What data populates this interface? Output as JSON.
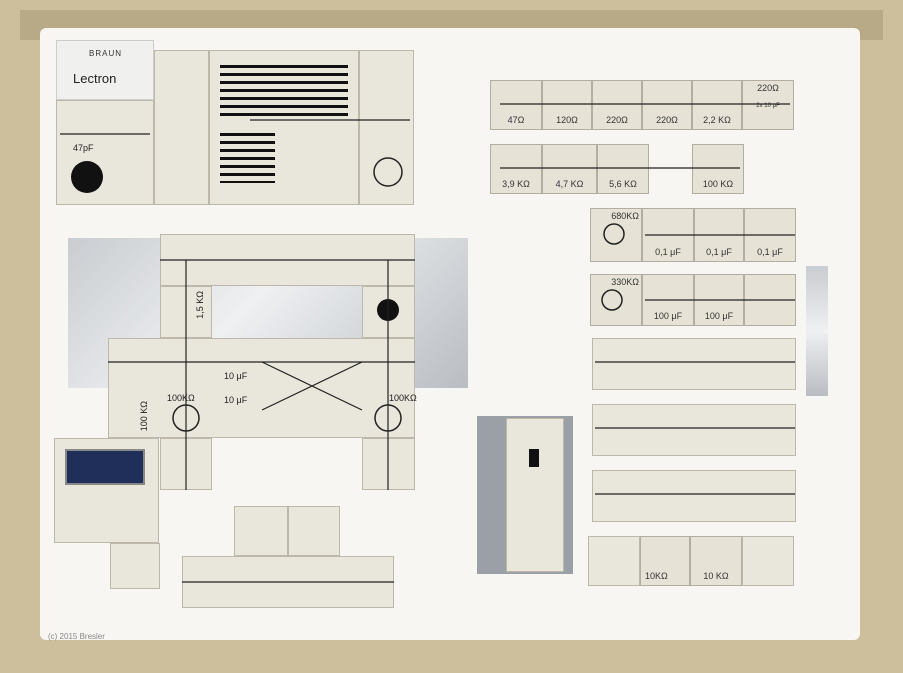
{
  "brand": {
    "maker": "BRAUN",
    "product": "Lectron"
  },
  "labels": {
    "cap47pF": "47pF",
    "r1_5k": "1,5 KΩ",
    "r100k": "100 KΩ",
    "c10uF_a": "10 μF",
    "c10uF_b": "10 μF",
    "t100k_a": "100KΩ",
    "t100k_b": "100KΩ",
    "t680k": "680KΩ",
    "t330k": "330KΩ",
    "pot10k_a": "10KΩ",
    "pot10k_b": "10 KΩ"
  },
  "resistors_row1": [
    "47Ω",
    "120Ω",
    "220Ω",
    "220Ω",
    "2,2 KΩ"
  ],
  "mix_block": {
    "value": "220Ω",
    "sub": "2x 10 μF"
  },
  "resistors_row2": [
    "3,9 KΩ",
    "4,7 KΩ",
    "5,6 KΩ"
  ],
  "resistor_100k": "100 KΩ",
  "caps_row": [
    "0,1 μF",
    "0,1 μF",
    "0,1 μF"
  ],
  "elec_caps": [
    "100 μF",
    "100 μF"
  ],
  "copyright": "(c) 2015 Bresler"
}
